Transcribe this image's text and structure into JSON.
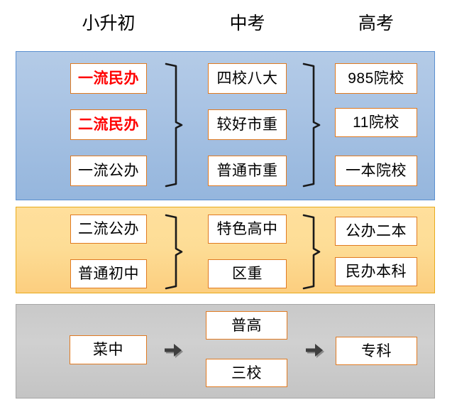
{
  "headers": [
    {
      "label": "小升初"
    },
    {
      "label": "中考"
    },
    {
      "label": "高考"
    }
  ],
  "colors": {
    "band_blue": "#aac4e4",
    "band_blue_border": "#5a8fd0",
    "band_orange": "#fddd96",
    "band_orange_border": "#e8ab1c",
    "band_gray": "#c9c9c9",
    "band_gray_border": "#a6a6a6",
    "node_border": "#e07a21",
    "node_fill": "#ffffff",
    "highlight_text": "#ff0000",
    "default_text": "#000000",
    "arrow": "#3f3f3f"
  },
  "bands": [
    {
      "name": "tier-1",
      "color": "blue",
      "columns": [
        {
          "stage": "小升初",
          "nodes": [
            {
              "label": "一流民办",
              "highlight": true
            },
            {
              "label": "二流民办",
              "highlight": true
            },
            {
              "label": "一流公办",
              "highlight": false
            }
          ]
        },
        {
          "stage": "中考",
          "nodes": [
            {
              "label": "四校八大",
              "highlight": false
            },
            {
              "label": "较好市重",
              "highlight": false
            },
            {
              "label": "普通市重",
              "highlight": false
            }
          ]
        },
        {
          "stage": "高考",
          "nodes": [
            {
              "label": "985院校",
              "highlight": false
            },
            {
              "label": "11院校",
              "highlight": false
            },
            {
              "label": "一本院校",
              "highlight": false
            }
          ]
        }
      ],
      "connectors": [
        "brace",
        "brace"
      ]
    },
    {
      "name": "tier-2",
      "color": "orange",
      "columns": [
        {
          "stage": "小升初",
          "nodes": [
            {
              "label": "二流公办",
              "highlight": false
            },
            {
              "label": "普通初中",
              "highlight": false
            }
          ]
        },
        {
          "stage": "中考",
          "nodes": [
            {
              "label": "特色高中",
              "highlight": false
            },
            {
              "label": "区重",
              "highlight": false
            }
          ]
        },
        {
          "stage": "高考",
          "nodes": [
            {
              "label": "公办二本",
              "highlight": false
            },
            {
              "label": "民办本科",
              "highlight": false
            }
          ]
        }
      ],
      "connectors": [
        "brace",
        "brace"
      ]
    },
    {
      "name": "tier-3",
      "color": "gray",
      "columns": [
        {
          "stage": "小升初",
          "nodes": [
            {
              "label": "菜中",
              "highlight": false
            }
          ]
        },
        {
          "stage": "中考",
          "nodes": [
            {
              "label": "普高",
              "highlight": false
            },
            {
              "label": "三校",
              "highlight": false
            }
          ]
        },
        {
          "stage": "高考",
          "nodes": [
            {
              "label": "专科",
              "highlight": false
            }
          ]
        }
      ],
      "connectors": [
        "arrow",
        "arrow"
      ]
    }
  ]
}
